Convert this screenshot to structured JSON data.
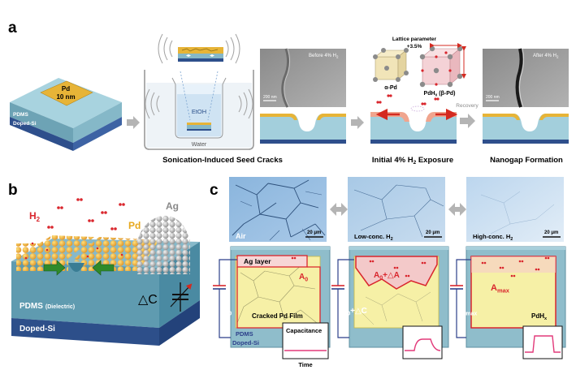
{
  "panel_a": {
    "letter": "a",
    "chip": {
      "pd_label": "Pd",
      "thickness": "10 nm",
      "pdms": "PDMS",
      "si": "Doped-Si"
    },
    "bath": {
      "etoh": "EtOH",
      "water": "Water"
    },
    "sem_before": {
      "label": "Before 4% H",
      "sub": "2",
      "scale": "200 nm"
    },
    "sem_after": {
      "label": "After 4% H",
      "sub": "2",
      "scale": "200 nm"
    },
    "lattice": {
      "line1": "Lattice parameter",
      "line2": "+3.5%"
    },
    "alpha_pd": "α-Pd",
    "pdhx": {
      "pre": "PdH",
      "sub": "x",
      "post": " (β-Pd)"
    },
    "recovery": "Recovery",
    "steps": {
      "seed_cracks": "Sonication-Induced Seed Cracks",
      "exposure_pre": "Initial 4% H",
      "exposure_sub": "2",
      "exposure_post": " Exposure",
      "nanogap": "Nanogap Formation"
    }
  },
  "panel_b": {
    "letter": "b",
    "h2": {
      "pre": "H",
      "sub": "2"
    },
    "pd": "Pd",
    "ag": "Ag",
    "pdms": "PDMS",
    "dielectric": "(Dielectric)",
    "si": "Doped-Si",
    "delta_c": "△C"
  },
  "panel_c": {
    "letter": "c",
    "micro": [
      {
        "label": "Air",
        "sub": "",
        "scale": "20 μm"
      },
      {
        "label": "Low-conc. H",
        "sub": "2",
        "scale": "20 μm"
      },
      {
        "label": "High-conc. H",
        "sub": "2",
        "scale": "20 μm"
      }
    ],
    "ag_layer": "Ag layer",
    "a0": {
      "pre": "A",
      "sub": "0",
      "post": ""
    },
    "a0da": {
      "pre": "A",
      "sub": "0",
      "post": "+△A"
    },
    "amax": {
      "pre": "A",
      "sub": "max",
      "post": ""
    },
    "c0": {
      "pre": "C",
      "sub": "0",
      "post": ""
    },
    "c0dc": {
      "pre": "C",
      "sub": "0",
      "post": "+△C"
    },
    "cmax": {
      "pre": "C",
      "sub": "max",
      "post": ""
    },
    "cracked": "Cracked Pd Film",
    "pdhx": {
      "pre": "PdH",
      "sub": "x"
    },
    "pdms": "PDMS",
    "si": "Doped-Si",
    "capacitance": "Capacitance",
    "time": "Time"
  },
  "colors": {
    "substrate_top": "#9fc9d6",
    "substrate_side": "#6fa6b8",
    "si": "#2d4f8a",
    "pd_gold": "#e8b53a",
    "accent_red": "#e0202a",
    "cap_line": "#e23a7a"
  }
}
